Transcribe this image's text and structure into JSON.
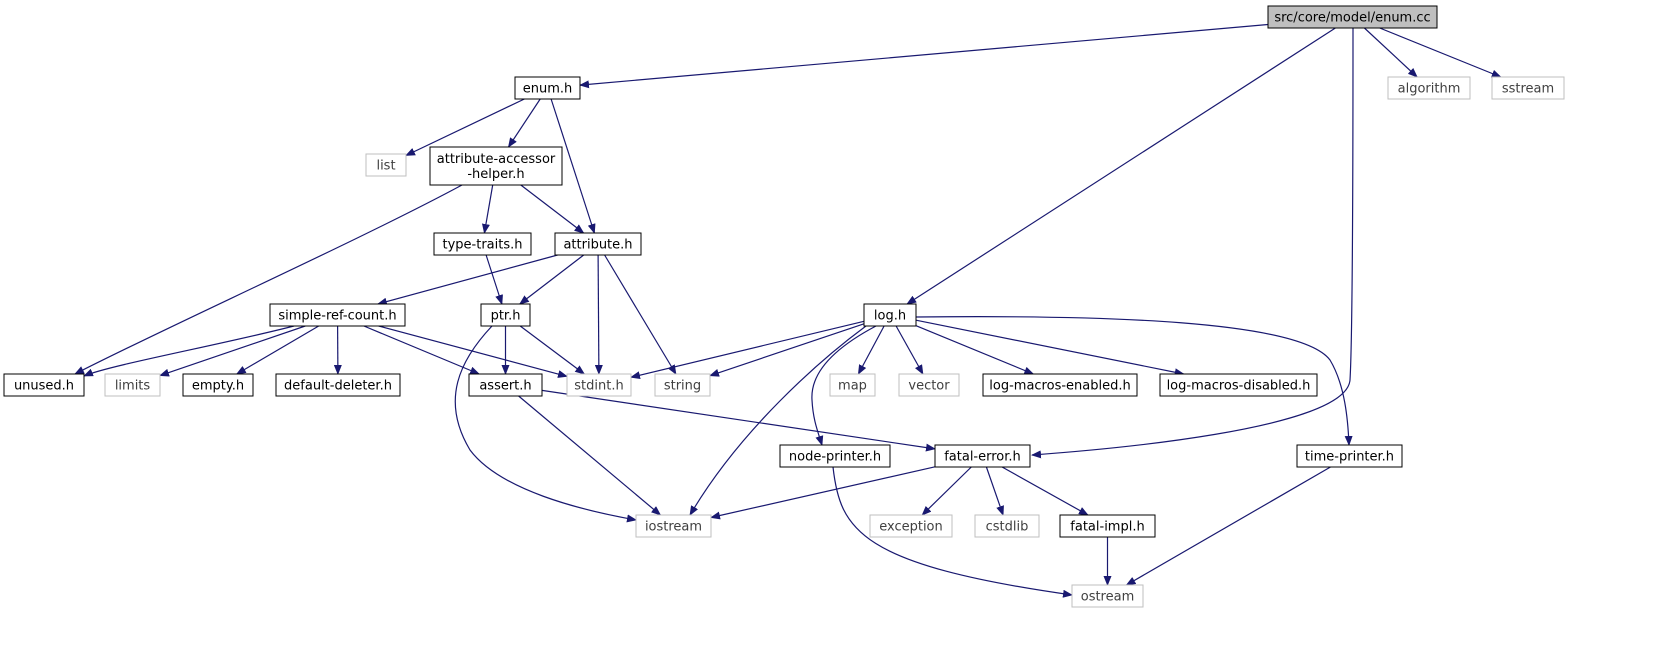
{
  "graph": {
    "nodes": [
      {
        "id": "root",
        "label": [
          "src/core/model/enum.cc"
        ],
        "style": "root"
      },
      {
        "id": "enum_h",
        "label": [
          "enum.h"
        ],
        "style": "normal"
      },
      {
        "id": "algorithm",
        "label": [
          "algorithm"
        ],
        "style": "system"
      },
      {
        "id": "sstream",
        "label": [
          "sstream"
        ],
        "style": "system"
      },
      {
        "id": "list",
        "label": [
          "list"
        ],
        "style": "system"
      },
      {
        "id": "attr_acc",
        "label": [
          "attribute-accessor",
          "-helper.h"
        ],
        "style": "normal"
      },
      {
        "id": "type_traits",
        "label": [
          "type-traits.h"
        ],
        "style": "normal"
      },
      {
        "id": "attribute_h",
        "label": [
          "attribute.h"
        ],
        "style": "normal"
      },
      {
        "id": "simple_ref",
        "label": [
          "simple-ref-count.h"
        ],
        "style": "normal"
      },
      {
        "id": "ptr_h",
        "label": [
          "ptr.h"
        ],
        "style": "normal"
      },
      {
        "id": "log_h",
        "label": [
          "log.h"
        ],
        "style": "normal"
      },
      {
        "id": "unused_h",
        "label": [
          "unused.h"
        ],
        "style": "normal"
      },
      {
        "id": "limits",
        "label": [
          "limits"
        ],
        "style": "system"
      },
      {
        "id": "empty_h",
        "label": [
          "empty.h"
        ],
        "style": "normal"
      },
      {
        "id": "default_del",
        "label": [
          "default-deleter.h"
        ],
        "style": "normal"
      },
      {
        "id": "assert_h",
        "label": [
          "assert.h"
        ],
        "style": "normal"
      },
      {
        "id": "stdint",
        "label": [
          "stdint.h"
        ],
        "style": "system"
      },
      {
        "id": "string",
        "label": [
          "string"
        ],
        "style": "system"
      },
      {
        "id": "map",
        "label": [
          "map"
        ],
        "style": "system"
      },
      {
        "id": "vector",
        "label": [
          "vector"
        ],
        "style": "system"
      },
      {
        "id": "log_en",
        "label": [
          "log-macros-enabled.h"
        ],
        "style": "normal"
      },
      {
        "id": "log_dis",
        "label": [
          "log-macros-disabled.h"
        ],
        "style": "normal"
      },
      {
        "id": "node_printer",
        "label": [
          "node-printer.h"
        ],
        "style": "normal"
      },
      {
        "id": "fatal_error",
        "label": [
          "fatal-error.h"
        ],
        "style": "normal"
      },
      {
        "id": "time_printer",
        "label": [
          "time-printer.h"
        ],
        "style": "normal"
      },
      {
        "id": "iostream",
        "label": [
          "iostream"
        ],
        "style": "system"
      },
      {
        "id": "exception",
        "label": [
          "exception"
        ],
        "style": "system"
      },
      {
        "id": "cstdlib",
        "label": [
          "cstdlib"
        ],
        "style": "system"
      },
      {
        "id": "fatal_impl",
        "label": [
          "fatal-impl.h"
        ],
        "style": "normal"
      },
      {
        "id": "ostream",
        "label": [
          "ostream"
        ],
        "style": "system"
      }
    ],
    "edges": [
      [
        "root",
        "enum_h"
      ],
      [
        "root",
        "log_h"
      ],
      [
        "root",
        "algorithm"
      ],
      [
        "root",
        "sstream"
      ],
      [
        "root",
        "fatal_error"
      ],
      [
        "enum_h",
        "list"
      ],
      [
        "enum_h",
        "attr_acc"
      ],
      [
        "enum_h",
        "attribute_h"
      ],
      [
        "attr_acc",
        "type_traits"
      ],
      [
        "attr_acc",
        "attribute_h"
      ],
      [
        "attr_acc",
        "unused_h"
      ],
      [
        "type_traits",
        "ptr_h"
      ],
      [
        "attribute_h",
        "simple_ref"
      ],
      [
        "attribute_h",
        "ptr_h"
      ],
      [
        "attribute_h",
        "stdint"
      ],
      [
        "attribute_h",
        "string"
      ],
      [
        "simple_ref",
        "unused_h"
      ],
      [
        "simple_ref",
        "limits"
      ],
      [
        "simple_ref",
        "empty_h"
      ],
      [
        "simple_ref",
        "default_del"
      ],
      [
        "simple_ref",
        "assert_h"
      ],
      [
        "simple_ref",
        "stdint"
      ],
      [
        "ptr_h",
        "assert_h"
      ],
      [
        "ptr_h",
        "stdint"
      ],
      [
        "ptr_h",
        "iostream"
      ],
      [
        "log_h",
        "stdint"
      ],
      [
        "log_h",
        "string"
      ],
      [
        "log_h",
        "map"
      ],
      [
        "log_h",
        "vector"
      ],
      [
        "log_h",
        "log_en"
      ],
      [
        "log_h",
        "log_dis"
      ],
      [
        "log_h",
        "node_printer"
      ],
      [
        "log_h",
        "iostream"
      ],
      [
        "log_h",
        "time_printer"
      ],
      [
        "assert_h",
        "fatal_error"
      ],
      [
        "assert_h",
        "iostream"
      ],
      [
        "fatal_error",
        "iostream"
      ],
      [
        "fatal_error",
        "exception"
      ],
      [
        "fatal_error",
        "cstdlib"
      ],
      [
        "fatal_error",
        "fatal_impl"
      ],
      [
        "node_printer",
        "ostream"
      ],
      [
        "fatal_impl",
        "ostream"
      ],
      [
        "time_printer",
        "ostream"
      ]
    ]
  },
  "colors": {
    "edge": "#191970",
    "normal_border": "#000000",
    "system_border": "#bfbfbf",
    "system_text": "#404040",
    "root_fill": "#bfbfbf",
    "node_fill": "#ffffff"
  }
}
